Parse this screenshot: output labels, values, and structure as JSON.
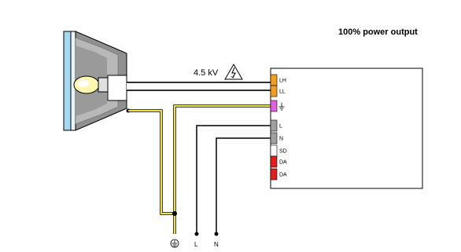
{
  "header": {
    "title": "100% power output"
  },
  "cable": {
    "voltage_label": "4.5 kV",
    "warning_icon": "high-voltage-warning-icon"
  },
  "ballast": {
    "terminals": [
      {
        "label": "LH",
        "color": "#f0a020"
      },
      {
        "label": "LL",
        "color": "#f0a020"
      },
      {
        "label": "",
        "icon": "earth-ground-icon",
        "color": "#e060e0"
      },
      {
        "label": "L",
        "color": "#a0a0a0"
      },
      {
        "label": "N",
        "color": "#a0a0a0"
      },
      {
        "label": "SD",
        "color": "#ffffff"
      },
      {
        "label": "DA",
        "color": "#e02020"
      },
      {
        "label": "DA",
        "color": "#e02020"
      }
    ]
  },
  "supply": {
    "earth_icon": "earth-ground-icon",
    "line_label": "L",
    "neutral_label": "N"
  },
  "colors": {
    "earth_wire": "#f0e040",
    "wire": "#000000",
    "lamp_housing": "#909090",
    "lens": "#a8d8f0"
  }
}
